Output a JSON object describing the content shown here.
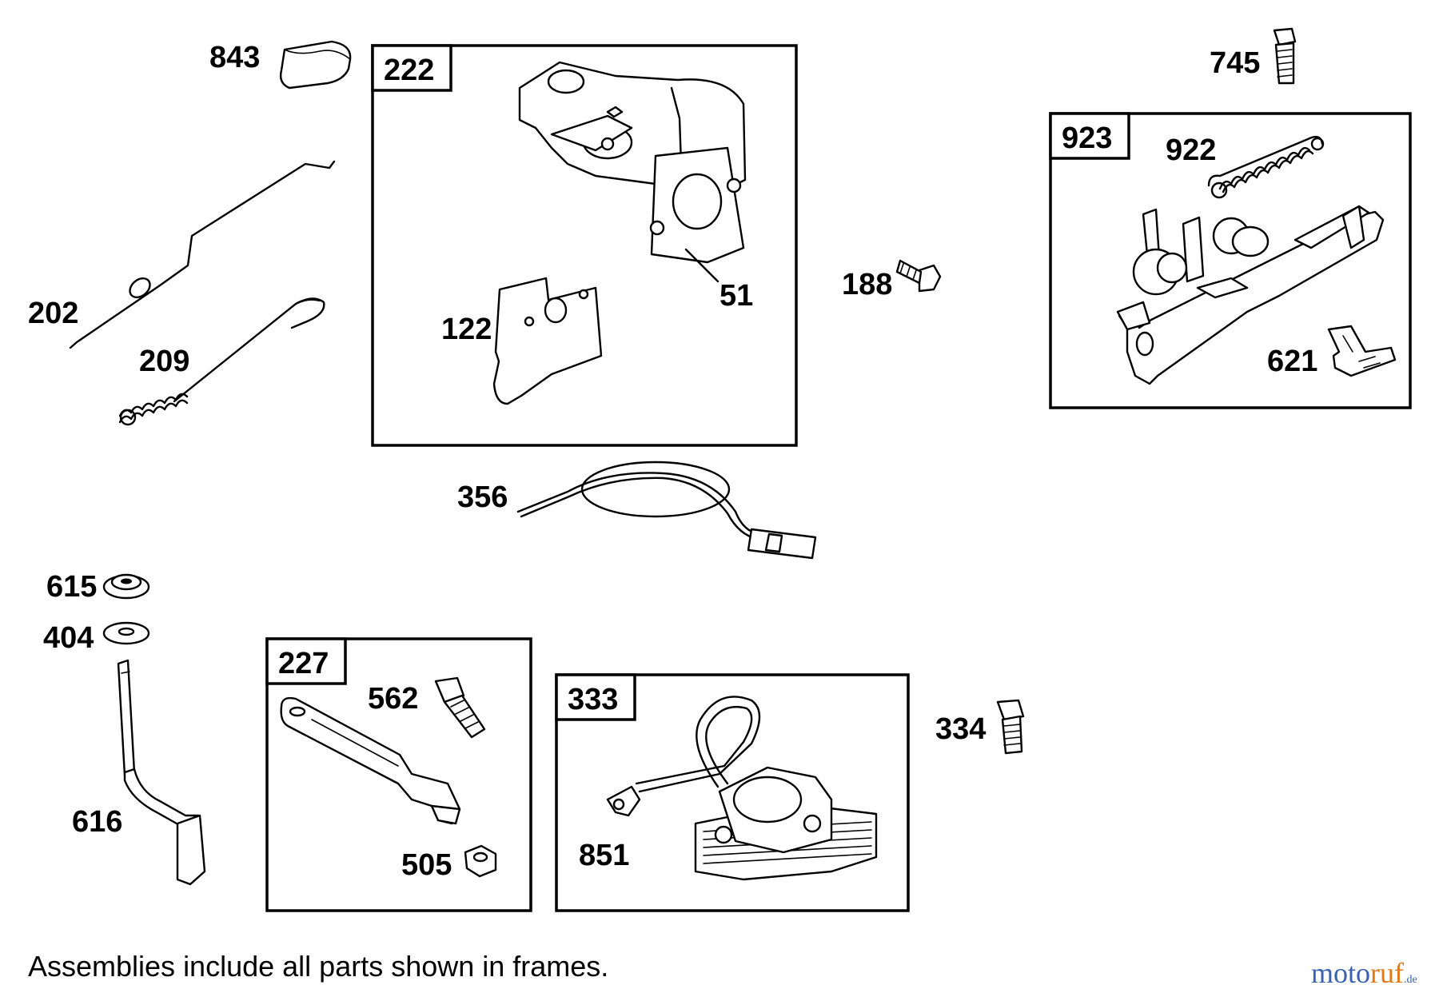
{
  "labels": {
    "p843": "843",
    "p222": "222",
    "p745": "745",
    "p923": "923",
    "p922": "922",
    "p202": "202",
    "p209": "209",
    "p122": "122",
    "p51": "51",
    "p188": "188",
    "p621": "621",
    "p356": "356",
    "p615": "615",
    "p404": "404",
    "p227": "227",
    "p562": "562",
    "p333": "333",
    "p334": "334",
    "p616": "616",
    "p505": "505",
    "p851": "851"
  },
  "footnote": "Assemblies include all parts shown in frames.",
  "watermark": {
    "main": "moto",
    "accent": "ruf",
    "suffix": ".de"
  },
  "colors": {
    "watermark_blue": "#3a62b0",
    "watermark_orange": "#e0791a"
  }
}
